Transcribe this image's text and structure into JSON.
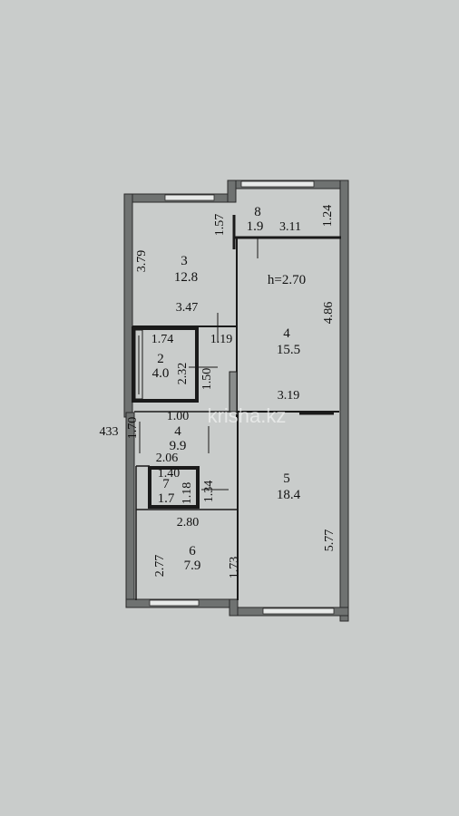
{
  "floor_plan": {
    "ceiling_height": "h=2.70",
    "watermark": "krisha.kz",
    "rooms": [
      {
        "id": "room-3",
        "number": "3",
        "area": "12.8"
      },
      {
        "id": "room-8",
        "number": "8",
        "area": "1.9"
      },
      {
        "id": "room-4-living",
        "number": "4",
        "area": "15.5"
      },
      {
        "id": "room-2",
        "number": "2",
        "area": "4.0"
      },
      {
        "id": "room-4-hall",
        "number": "4",
        "area": "9.9"
      },
      {
        "id": "room-5",
        "number": "5",
        "area": "18.4"
      },
      {
        "id": "room-7",
        "number": "7",
        "area": "1.7"
      },
      {
        "id": "room-6",
        "number": "6",
        "area": "7.9"
      }
    ],
    "dimensions": {
      "d_379": "3.79",
      "d_157": "1.57",
      "d_311": "3.11",
      "d_124": "1.24",
      "d_347": "3.47",
      "d_486": "4.86",
      "d_174": "1.74",
      "d_119": "1.19",
      "d_232": "2.32",
      "d_150": "1.50",
      "d_319": "3.19",
      "d_100": "1.00",
      "d_433": "433",
      "d_170": "1.70",
      "d_206": "2.06",
      "d_140": "1.40",
      "d_118": "1.18",
      "d_134": "1.34",
      "d_280": "2.80",
      "d_277": "2.77",
      "d_173": "1.73",
      "d_577": "5.77"
    }
  }
}
